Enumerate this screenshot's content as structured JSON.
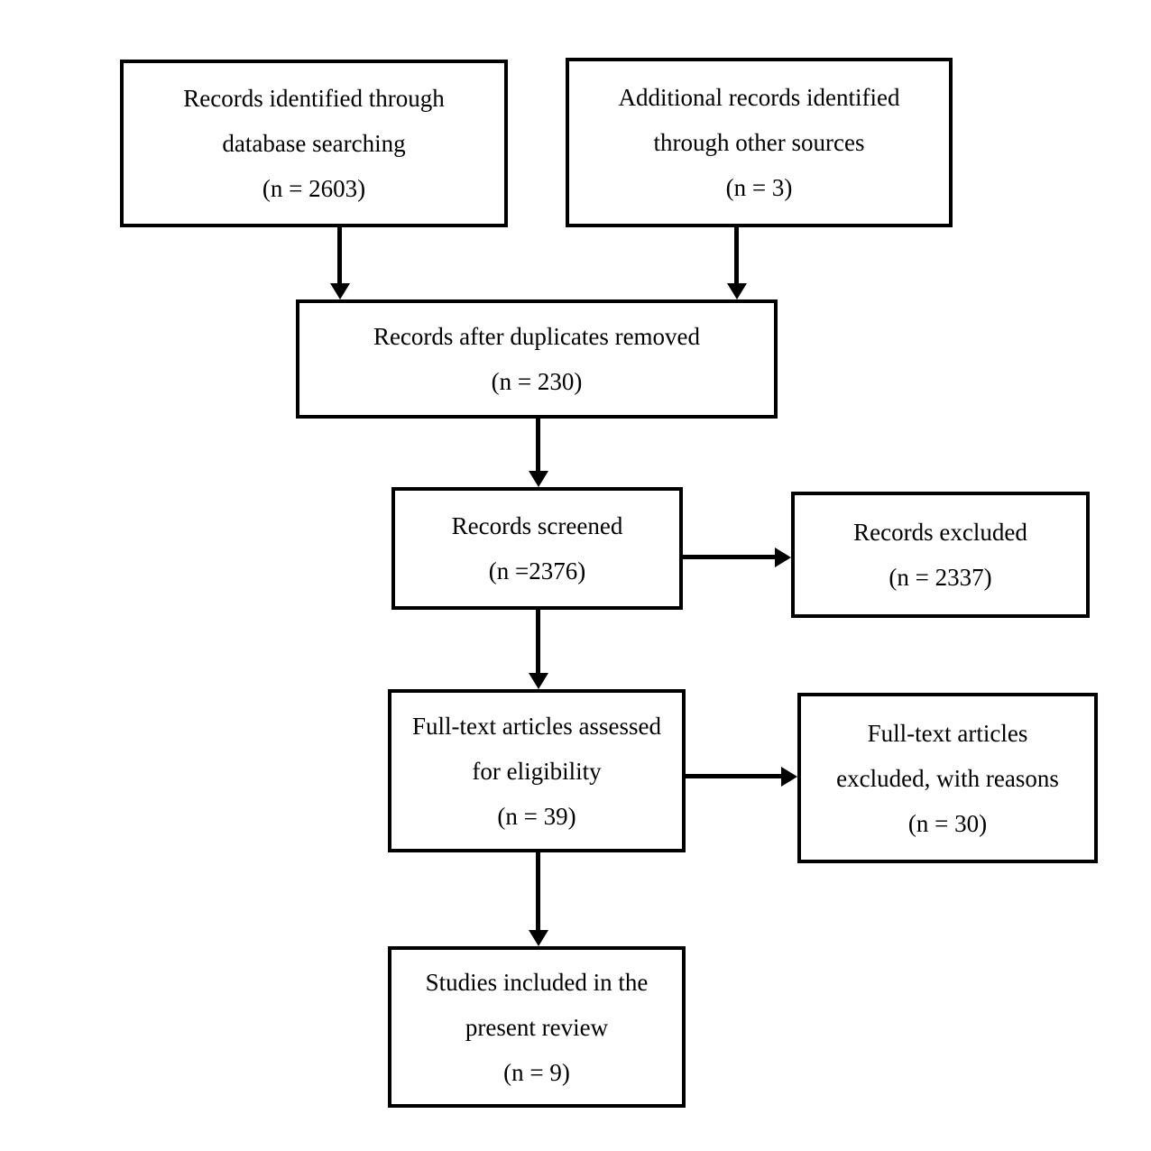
{
  "diagram": {
    "type": "prisma-flow",
    "colors": {
      "box_border": "#000000",
      "arrow": "#000000",
      "text": "#000000",
      "background": "#ffffff"
    },
    "boxes": [
      {
        "id": "records-identified-database",
        "lines": [
          "Records identified through",
          "database searching",
          "(n = 2603)"
        ]
      },
      {
        "id": "additional-records-other-sources",
        "lines": [
          "Additional records identified",
          "through other sources",
          "(n = 3)"
        ]
      },
      {
        "id": "records-after-duplicates",
        "lines": [
          "Records after duplicates removed",
          "(n = 230)"
        ]
      },
      {
        "id": "records-screened",
        "lines": [
          "Records screened",
          "(n =2376)"
        ]
      },
      {
        "id": "records-excluded",
        "lines": [
          "Records excluded",
          "(n = 2337)"
        ]
      },
      {
        "id": "fulltext-assessed",
        "lines": [
          "Full-text articles assessed",
          "for eligibility",
          "(n = 39)"
        ]
      },
      {
        "id": "fulltext-excluded",
        "lines": [
          "Full-text articles",
          "excluded, with reasons",
          "(n = 30)"
        ]
      },
      {
        "id": "studies-included",
        "lines": [
          "Studies included in the",
          "present review",
          "(n = 9)"
        ]
      }
    ],
    "arrows": [
      {
        "from": "records-identified-database",
        "to": "records-after-duplicates",
        "direction": "down"
      },
      {
        "from": "additional-records-other-sources",
        "to": "records-after-duplicates",
        "direction": "down"
      },
      {
        "from": "records-after-duplicates",
        "to": "records-screened",
        "direction": "down"
      },
      {
        "from": "records-screened",
        "to": "records-excluded",
        "direction": "right"
      },
      {
        "from": "records-screened",
        "to": "fulltext-assessed",
        "direction": "down"
      },
      {
        "from": "fulltext-assessed",
        "to": "fulltext-excluded",
        "direction": "right"
      },
      {
        "from": "fulltext-assessed",
        "to": "studies-included",
        "direction": "down"
      }
    ]
  }
}
